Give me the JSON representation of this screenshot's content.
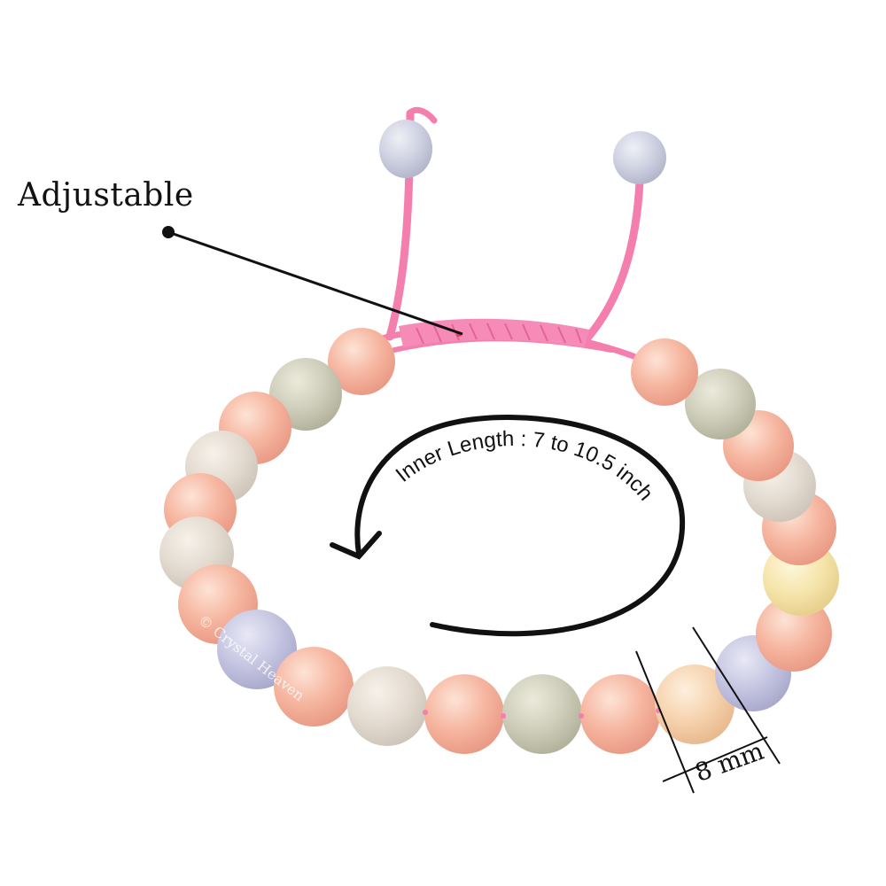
{
  "labels": {
    "adjustable": "Adjustable",
    "inner_length": "Inner Length : 7 to 10.5 inch",
    "bead_size": "8 mm",
    "watermark": "© Crystal Heaven"
  },
  "colors": {
    "cord": "#f47fae",
    "peach_bead": "#f5b49e",
    "cream_bead": "#e6ddd2",
    "sage_bead": "#cfcfbd",
    "lavender_bead": "#c4c4e4",
    "yellow_bead": "#f7e8b0",
    "line": "#111111"
  }
}
